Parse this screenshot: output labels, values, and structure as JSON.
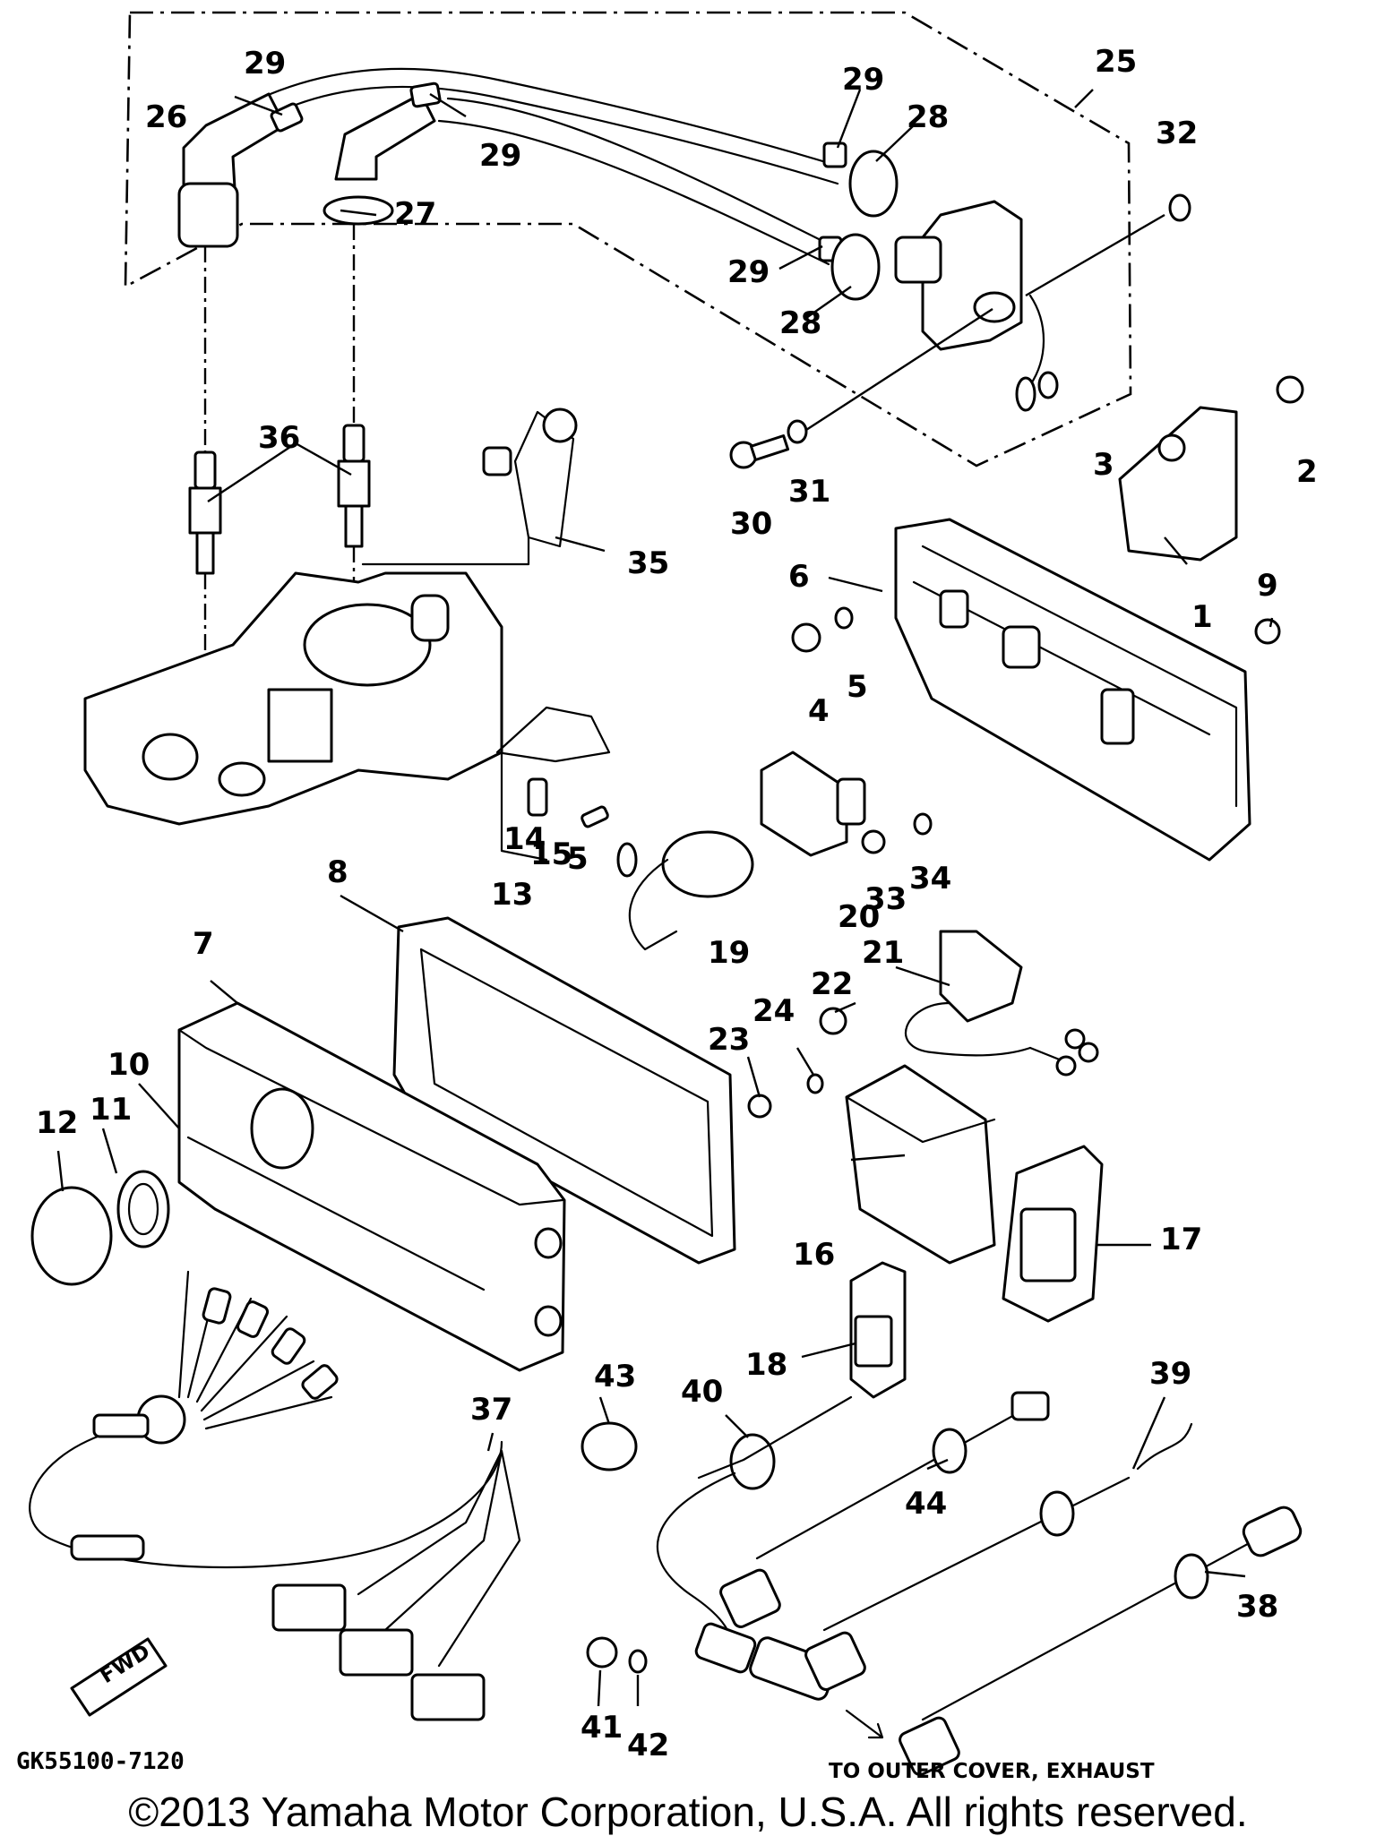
{
  "diagram": {
    "catalog_code": "GK55100-7120",
    "note": "TO OUTER COVER, EXHAUST",
    "fwd_label": "FWD",
    "copyright": "©2013 Yamaha Motor Corporation, U.S.A. All rights reserved.",
    "callouts": {
      "p1": "1",
      "p2": "2",
      "p3": "3",
      "p4": "4",
      "p5a": "5",
      "p5b": "5",
      "p6": "6",
      "p7": "7",
      "p8": "8",
      "p9": "9",
      "p10": "10",
      "p11": "11",
      "p12": "12",
      "p13": "13",
      "p14": "14",
      "p15": "15",
      "p16": "16",
      "p17": "17",
      "p18": "18",
      "p19": "19",
      "p20": "20",
      "p21": "21",
      "p22": "22",
      "p23": "23",
      "p24": "24",
      "p25": "25",
      "p26": "26",
      "p27": "27",
      "p28a": "28",
      "p28b": "28",
      "p29a": "29",
      "p29b": "29",
      "p29c": "29",
      "p29d": "29",
      "p30": "30",
      "p31": "31",
      "p32": "32",
      "p33": "33",
      "p34": "34",
      "p35": "35",
      "p36": "36",
      "p37": "37",
      "p38": "38",
      "p39": "39",
      "p40": "40",
      "p41": "41",
      "p42": "42",
      "p43": "43",
      "p44": "44"
    }
  }
}
